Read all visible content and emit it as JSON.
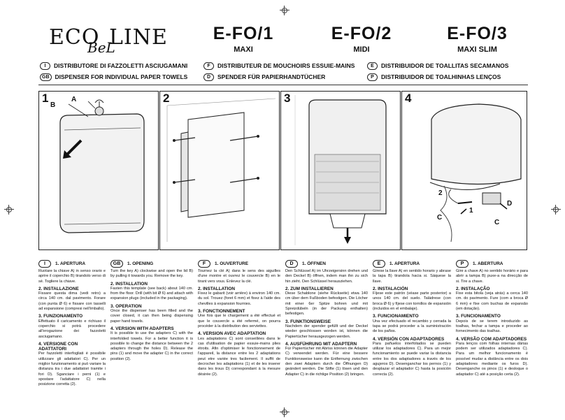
{
  "brand": {
    "eco": "ECO",
    "line": "LINE",
    "bel": "BeL"
  },
  "models": [
    {
      "code": "E-FO/1",
      "name": "MAXI"
    },
    {
      "code": "E-FO/2",
      "name": "MIDI"
    },
    {
      "code": "E-FO/3",
      "name": "MAXI SLIM"
    }
  ],
  "languages": [
    {
      "code": "I",
      "title": "DISTRIBUTORE DI FAZZOLETTI ASCIUGAMANI"
    },
    {
      "code": "GB",
      "title": "DISPENSER FOR INDIVIDUAL PAPER TOWELS"
    },
    {
      "code": "F",
      "title": "DISTRIBUTEUR DE MOUCHOIRS ESSUIE-MAINS"
    },
    {
      "code": "D",
      "title": "SPENDER FÜR PAPIERHANDTÜCHER"
    },
    {
      "code": "E",
      "title": "DISTRIBUIDOR DE TOALLITAS SECAMANOS"
    },
    {
      "code": "P",
      "title": "DISTRIBUIDOR DE TOALHINHAS LENÇOS"
    }
  ],
  "figures": {
    "panel1": {
      "num": "1",
      "a": "A",
      "b": "B"
    },
    "panel2": {
      "num": "2"
    },
    "panel3": {
      "num": "3"
    },
    "panel4": {
      "num": "4",
      "l2": "2",
      "l1": "1",
      "c1": "C",
      "c2": "C",
      "d": "D"
    }
  },
  "instructions": [
    {
      "code": "I",
      "s1": "1. APERTURA",
      "t1": "Ruotare la chiave A) in senso orario e aprire il coperchio B) tirandolo verso di sé. Togliere la chiave.",
      "s2": "2. INSTALLAZIONE",
      "t2": "Fissare questa dima (vedi retro) a circa 140 cm. dal pavimento. Forare (con punta Ø 6) e fissare con tasselli ad espansione (compresi nell'imballo).",
      "s3": "3. FUNZIONAMENTO",
      "t3": "Effettuato il caricamento e richiuso il coperchio si potrà procedere all'erogazione dei fazzoletti asciugamano.",
      "s4": "4. VERSIONE CON ADATTATORI",
      "t4": "Per fazzoletti interfogliati è possibile utilizzare gli adattatori C). Per un miglior funzionamento si può variare la distanza tra i due adattatori tramite i fori D). Sganciare i perni (1) e spostare l'adattatore C) nella posizione corretta (2)."
    },
    {
      "code": "GB",
      "s1": "1. OPENING",
      "t1": "Turn the key A) clockwise and open the lid B) by pulling it towards you. Remove the key.",
      "s2": "2. INSTALLATION",
      "t2": "Fasten this template (see back) about 140 cm. from the floor. Drill (with bit Ø 6) and attach with expansion plugs (included in the packaging).",
      "s3": "3. OPERATION",
      "t3": "Once the dispenser has been filled and the cover closed, it can then being dispensing paper hand towels.",
      "s4": "4. VERSION WITH ADAPTERS",
      "t4": "It is possible to use the adapters C) with the interfolded towels. For a better function it is possible to change the distance between the 2 adapters through the holes D). Release the pins (1) and move the adapter C) in the correct position (2)."
    },
    {
      "code": "F",
      "s1": "1. OUVERTURE",
      "t1": "Tournez la clé A) dans le sens des aiguilles d'une montre et ouvrez le couvercle B) en le tirant vers vous. Enlevez la clé.",
      "s2": "2. INSTALLATION",
      "t2": "Fixez le gabarit (voir arrière) à environ 140 cm. du sol. Trouez (foret 6 mm) et fixez à l'aide des chevilles à expansion fournies.",
      "s3": "3. FONCTIONNEMENT",
      "t3": "Une fois que le chargement a été effectué et que le couvercle a été refermé, on pourra procéder à la distribution des serviettes.",
      "s4": "4. VERSION AVEC ADAPTATION",
      "t4": "Les adaptations C) sont conseillées dans le cas d'utilisation de papier essuie-mains plies étroits. Afin d'optimiser le fonctionnement de l'appareil, la distance entre les 2 adaptations peut etre variée tres facilement. Il suffit de decrocher les adaptations (1) et de les inserer dans les trous D) correspondant à la mesure désirée (2)."
    },
    {
      "code": "D",
      "s1": "1. ÖFFNEN",
      "t1": "Den Schlüssel A) im Uhrzeigersinn drehen und den Deckel B) öffnen, indem man ihn zu sich hin zieht. Den Schlüssel herausziehen.",
      "s2": "2. ZUM INSTALLIEREN",
      "t2": "Diese Schablone (siehe Rückseite) etwa 140 cm über dem Fußboden befestigen. Die Löcher mit einer 6er Spitze bohren und mit Spreizdübeln (in der Packung enthalten) befestigen.",
      "s3": "3. FUNKTIONSWEISE",
      "t3": "Nachdem der spender gefüllt und der Deckel wieder geschlossen worden ist, können die Papiertücher herausgezogen werden.",
      "s4": "4. AUSFÜHRUNG MIT ADAPTERN",
      "t4": "Für Papiertücher mit Abriss können die Adapter C) verwendet werden. Für eine bessere Funktionsweise kann die Entfernung zwischen den zwei Adaptern durch die Öffnungen D) geändert werden. Die Stifte (1) lösen und den Adapter C) in die richtige Position (2) bringen."
    },
    {
      "code": "E",
      "s1": "1. APERTURA",
      "t1": "Girese la llave A) en sentido horario y abrase la tapa B) tirandola hacia si. Sáquese la llave.",
      "s2": "2. INSTALACIÓN",
      "t2": "Fíjese este patrón (véase parte posterior) a unos 140 cm. del suelo. Taládrese (con broca Ø 6) y fíjese con tornillos de expansión (incluidos en el embalaje).",
      "s3": "3. FUNCIONAMIENTO",
      "t3": "Una vez efectuado el recambio y cerrada la tapa se podrá proceder a la suministración de los paños.",
      "s4": "4. VERSIÓN CON ADAPTADORES",
      "t4": "Para pañuelos interfoliados se pueden utilizar los adaptadores C). Para un mejor funcionamiento se puede variar la distancia entre los dos adaptadores a través de los agujeros D). Desenganchar los pernos (1) y desplazar el adaptador C) hasta la posición correcta (2)."
    },
    {
      "code": "P",
      "s1": "1. ABERTURA",
      "t1": "Gire a chave A) no sentido horário e para abrir a tampa B) puxe-a na direcção de si. Tire a chave.",
      "s2": "2. INSTALAÇÃO",
      "t2": "Fixe esta bitola (veja atrás) a cerca 140 cm. do pavimento. Fure (com a broca Ø 6 mm) e fixe com buchas de expansão (em dotação).",
      "s3": "3. FUNCIONAMENTO",
      "t3": "Depois de se terem introduzido as toalhas, fechar a tampa e proceder ao fornecimento das toalhas.",
      "s4": "4. VERSÃO COM ADAPTADORES",
      "t4": "Para lenços com folhas internas dárias podem ser utilizados adaptadores C). Para um melhor funcionamento é possível mudar a distância entre os dois adaptadores mediante os furos D). Desenganche os pinos (1) e desloque o adaptador C) até a posição certa (2)."
    }
  ]
}
